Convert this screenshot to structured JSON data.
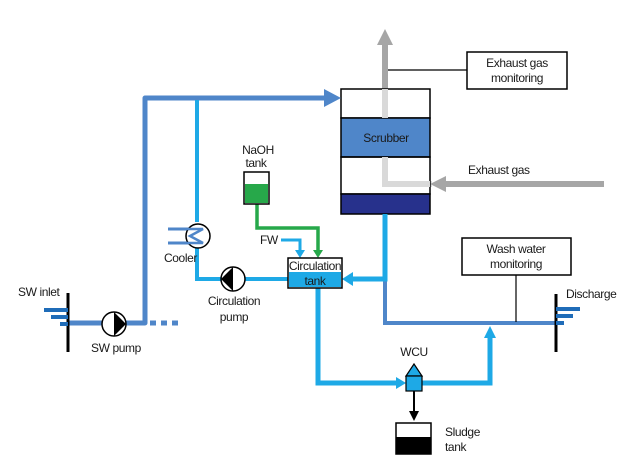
{
  "colors": {
    "sw_pipe": "#4f86c9",
    "circ_pipe": "#1ea9e6",
    "naoh_pipe": "#27a84a",
    "exhaust_gas": "#a6a6a6",
    "exhaust_inner": "#d9d9d9",
    "scrubber_band": "#4f86c9",
    "scrubber_bottom": "#27318c",
    "tank_fill": "#1ea9e6",
    "naoh_fill": "#27a84a",
    "sludge_fill": "#000000",
    "outline": "#000000"
  },
  "labels": {
    "scrubber": "Scrubber",
    "exhaust_gas_monitoring_1": "Exhaust gas",
    "exhaust_gas_monitoring_2": "monitoring",
    "exhaust_gas": "Exhaust gas",
    "naoh_tank_1": "NaOH",
    "naoh_tank_2": "tank",
    "fw": "FW",
    "cooler": "Cooler",
    "circulation_tank_1": "Circulation",
    "circulation_tank_2": "tank",
    "circulation_pump_1": "Circulation",
    "circulation_pump_2": "pump",
    "sw_inlet": "SW inlet",
    "sw_pump": "SW pump",
    "wash_water_monitoring_1": "Wash water",
    "wash_water_monitoring_2": "monitoring",
    "discharge": "Discharge",
    "wcu": "WCU",
    "sludge_tank_1": "Sludge",
    "sludge_tank_2": "tank"
  }
}
